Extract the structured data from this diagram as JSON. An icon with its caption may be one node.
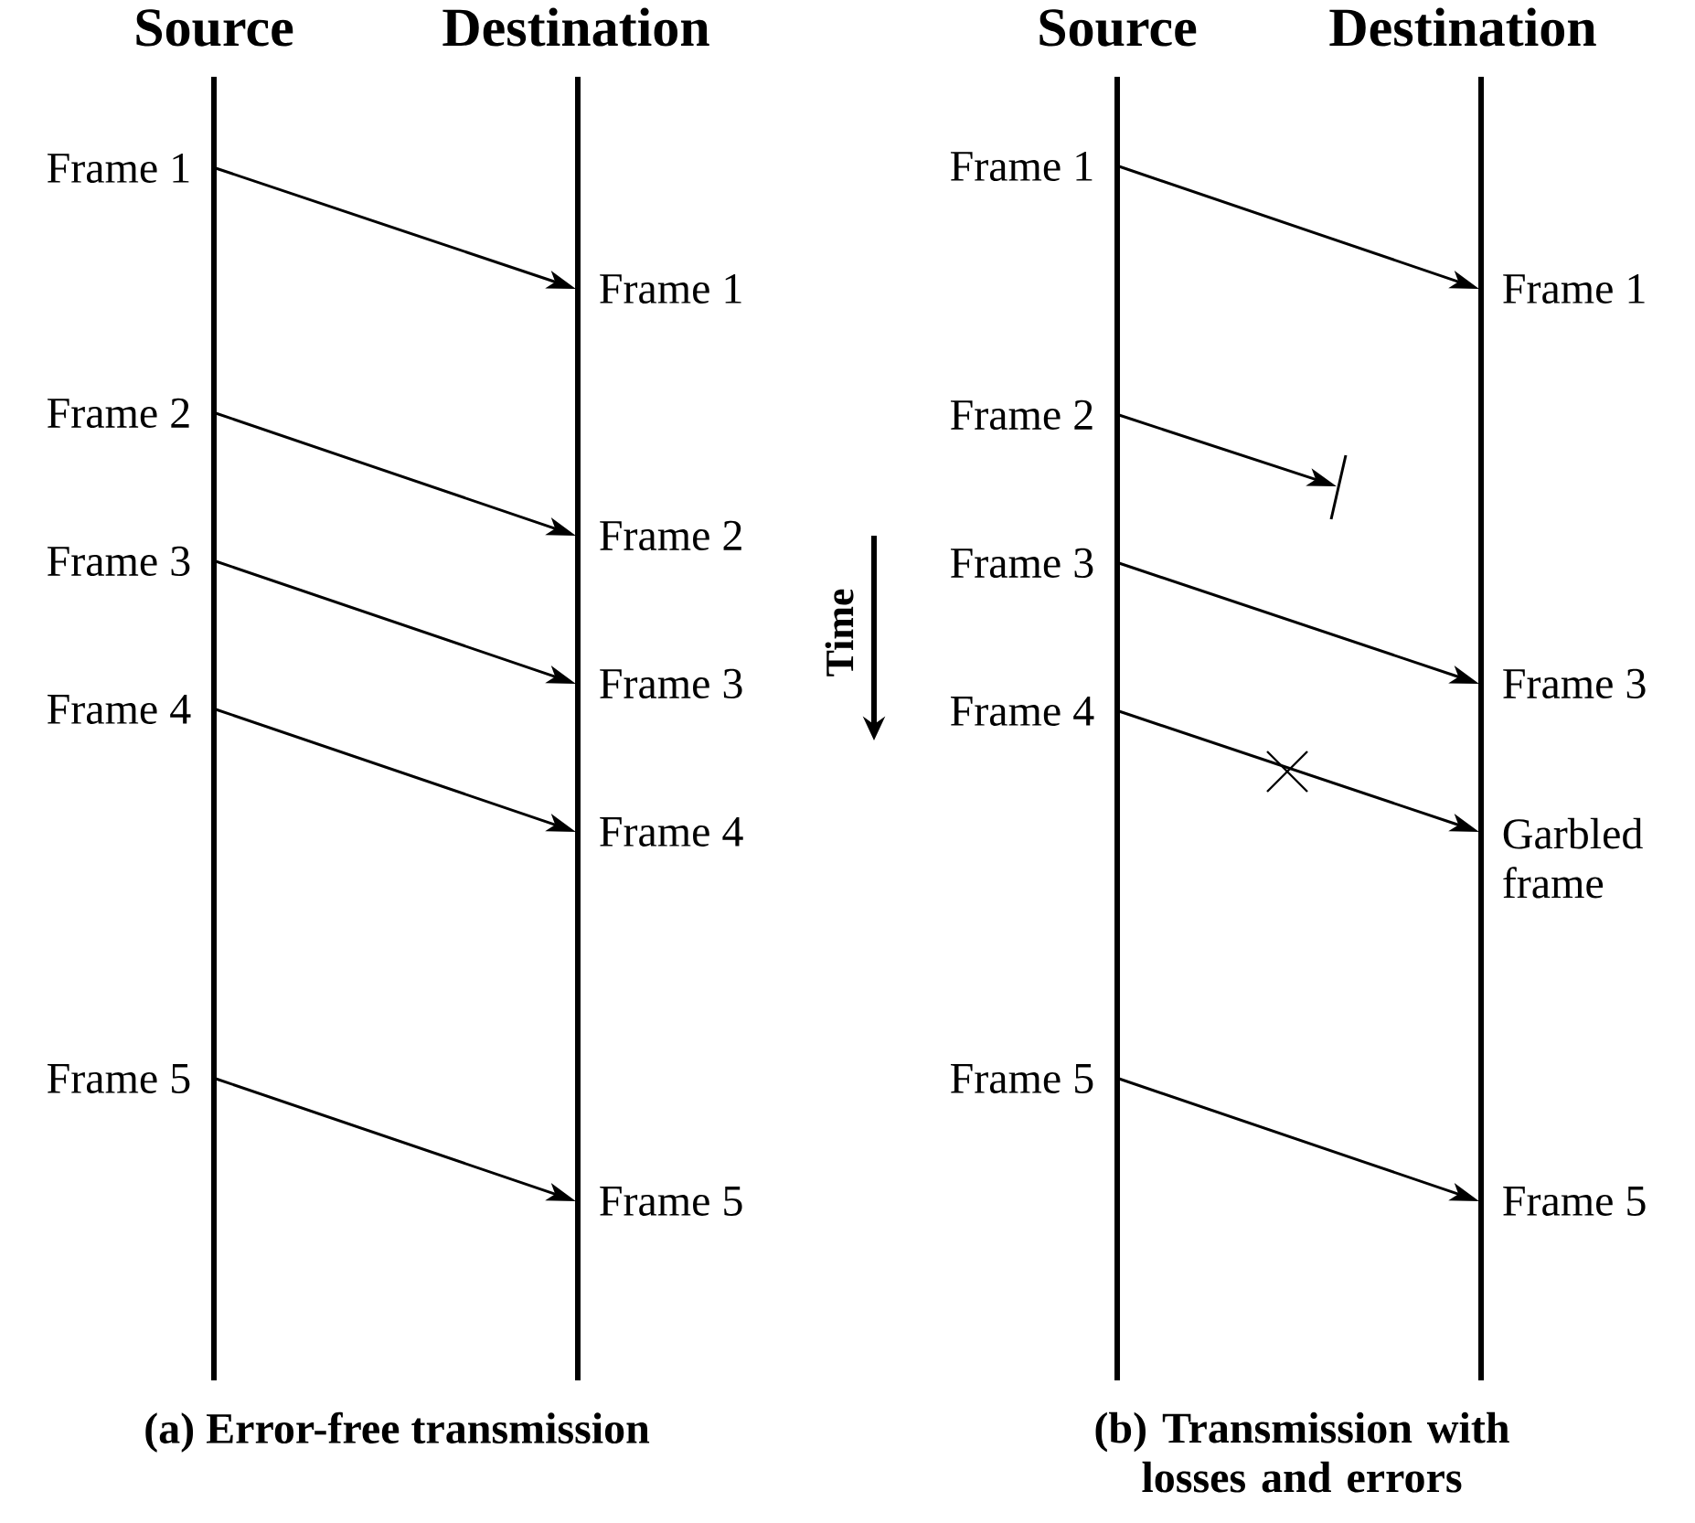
{
  "diagram": {
    "nodes": [
      {
        "text": [
          "Frame 1"
        ]
      },
      {
        "text": [
          "Frame 1"
        ]
      },
      {
        "text": [
          "Frame 2"
        ]
      },
      {
        "text": [
          "Frame 2"
        ]
      },
      {
        "text": [
          "Frame 3"
        ]
      },
      {
        "text": [
          "Frame 3"
        ]
      },
      {
        "text": [
          "Frame 4"
        ]
      },
      {
        "text": [
          "Frame 4"
        ]
      },
      {
        "text": [
          "Frame 5"
        ]
      },
      {
        "text": [
          "Frame 5"
        ]
      },
      {
        "text": [
          "Frame 1"
        ]
      },
      {
        "text": [
          "Frame 1"
        ]
      },
      {
        "text": [
          "Frame 2"
        ]
      },
      {
        "text": [
          "Frame 3"
        ]
      },
      {
        "text": [
          "Frame 3"
        ]
      },
      {
        "text": [
          "Frame 4"
        ]
      },
      {
        "text": [
          "Garbled frame"
        ]
      },
      {
        "text": [
          "Frame 5"
        ]
      },
      {
        "text": [
          "Frame 5"
        ]
      }
    ],
    "edges": [
      {
        "from": 0,
        "to": 1,
        "arrow": "to"
      },
      {
        "from": 2,
        "to": 3,
        "arrow": "to"
      },
      {
        "from": 4,
        "to": 5,
        "arrow": "to"
      },
      {
        "from": 6,
        "to": 7,
        "arrow": "to"
      },
      {
        "from": 8,
        "to": 9,
        "arrow": "to"
      },
      {
        "from": 10,
        "to": 11,
        "arrow": "to"
      },
      {
        "from": 12,
        "to": null,
        "arrow": "to"
      },
      {
        "from": 13,
        "to": 14,
        "arrow": "to"
      },
      {
        "from": 15,
        "to": 16,
        "arrow": "to"
      },
      {
        "from": 17,
        "to": 18,
        "arrow": "to"
      }
    ],
    "labels": [
      "Source",
      "Destination",
      "Source",
      "Destination",
      "Time",
      "(a) Error-free transmission",
      "(b) Transmission with losses and errors"
    ]
  }
}
